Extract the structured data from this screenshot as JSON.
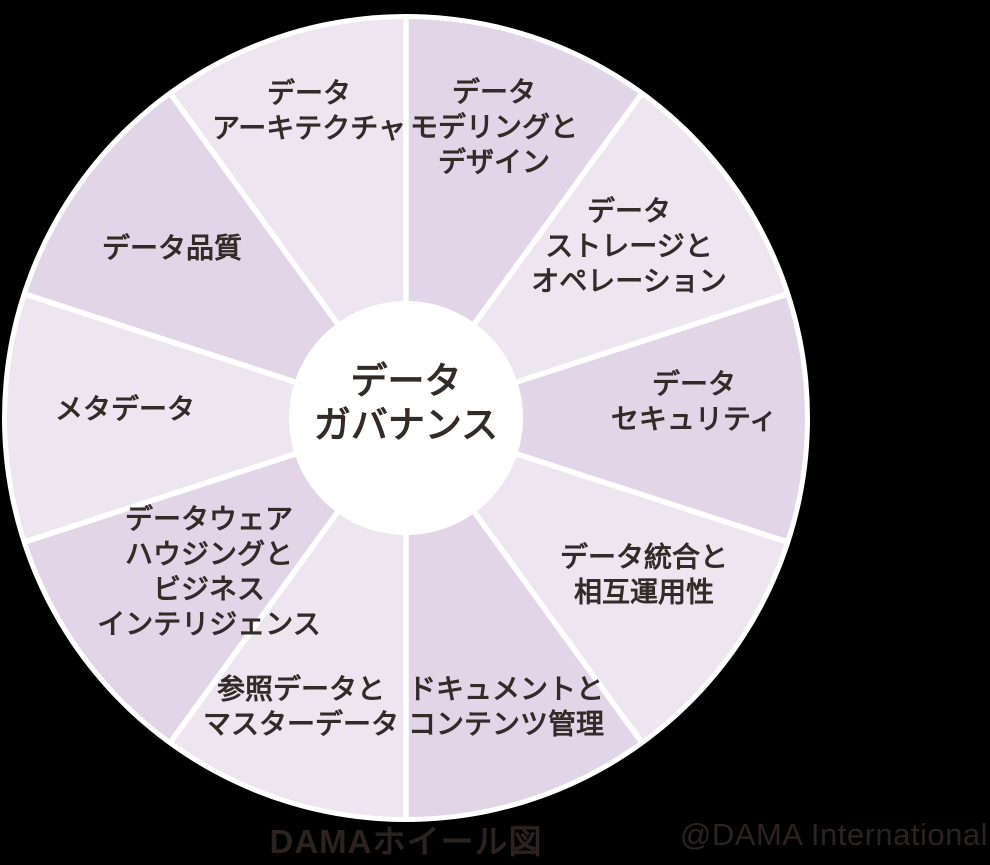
{
  "wheel": {
    "hub": {
      "name": "data-governance",
      "label_lines": [
        "データ",
        "ガバナンス"
      ]
    },
    "segments": [
      {
        "name": "data-modeling-and-design",
        "label_lines": [
          "データ",
          "モデリングと",
          "デザイン"
        ]
      },
      {
        "name": "data-storage-and-operations",
        "label_lines": [
          "データ",
          "ストレージと",
          "オペレーション"
        ]
      },
      {
        "name": "data-security",
        "label_lines": [
          "データ",
          "セキュリティ"
        ]
      },
      {
        "name": "data-integration-and-interoperability",
        "label_lines": [
          "データ統合と",
          "相互運用性"
        ]
      },
      {
        "name": "document-and-content-management",
        "label_lines": [
          "ドキュメントと",
          "コンテンツ管理"
        ]
      },
      {
        "name": "reference-and-master-data",
        "label_lines": [
          "参照データと",
          "マスターデータ"
        ]
      },
      {
        "name": "data-warehousing-and-business-intelligence",
        "label_lines": [
          "データウェア",
          "ハウジングと",
          "ビジネス",
          "インテリジェンス"
        ]
      },
      {
        "name": "metadata",
        "label_lines": [
          "メタデータ"
        ]
      },
      {
        "name": "data-quality",
        "label_lines": [
          "データ品質"
        ]
      },
      {
        "name": "data-architecture",
        "label_lines": [
          "データ",
          "アーキテクチャ"
        ]
      }
    ],
    "colors": {
      "segment_light": "#ede5f0",
      "segment_dark": "#e2d5e7",
      "hub_fill": "#ffffff",
      "rim_and_gaps": "#ffffff",
      "label_text": "#332b28",
      "background": "#000000"
    }
  },
  "caption": {
    "title": "DAMAホイール図",
    "credit": "@DAMA International"
  }
}
